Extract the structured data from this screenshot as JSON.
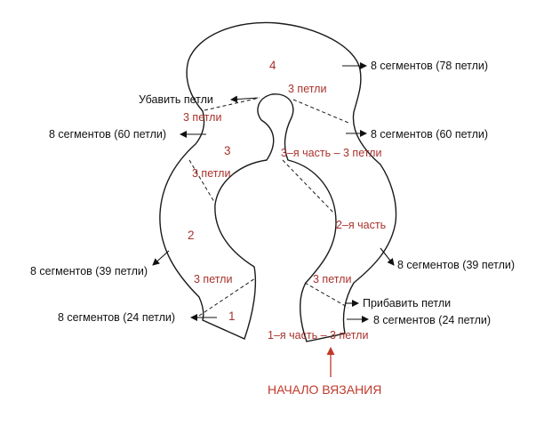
{
  "colors": {
    "outline": "#1a1a1a",
    "accent_red": "#a8322c",
    "start_red": "#c0392b",
    "background": "#ffffff"
  },
  "labels": {
    "seg78": "8 сегментов (78 петли)",
    "decrease": "Убавить петли",
    "seg60_left": "8 сегментов (60 петли)",
    "seg60_right": "8 сегментов (60 петли)",
    "seg39_left": "8 сегментов (39 петли)",
    "seg39_right": "8 сегментов (39 петли)",
    "increase": "Прибавить петли",
    "seg24_left": "8 сегментов (24 петли)",
    "seg24_right": "8 сегментов (24 петли)"
  },
  "parts": {
    "p1": "1",
    "p2": "2",
    "p3": "3",
    "p4": "4",
    "part1": "1–я часть – 3 петли",
    "part2": "2–я часть",
    "part3": "3–я часть – 3 петли"
  },
  "loops": {
    "top": "3 петли",
    "left_upper": "3 петли",
    "left_mid": "3 петли",
    "left_lower": "3 петли",
    "right_lower": "3 петли"
  },
  "start_label": "НАЧАЛО ВЯЗАНИЯ"
}
